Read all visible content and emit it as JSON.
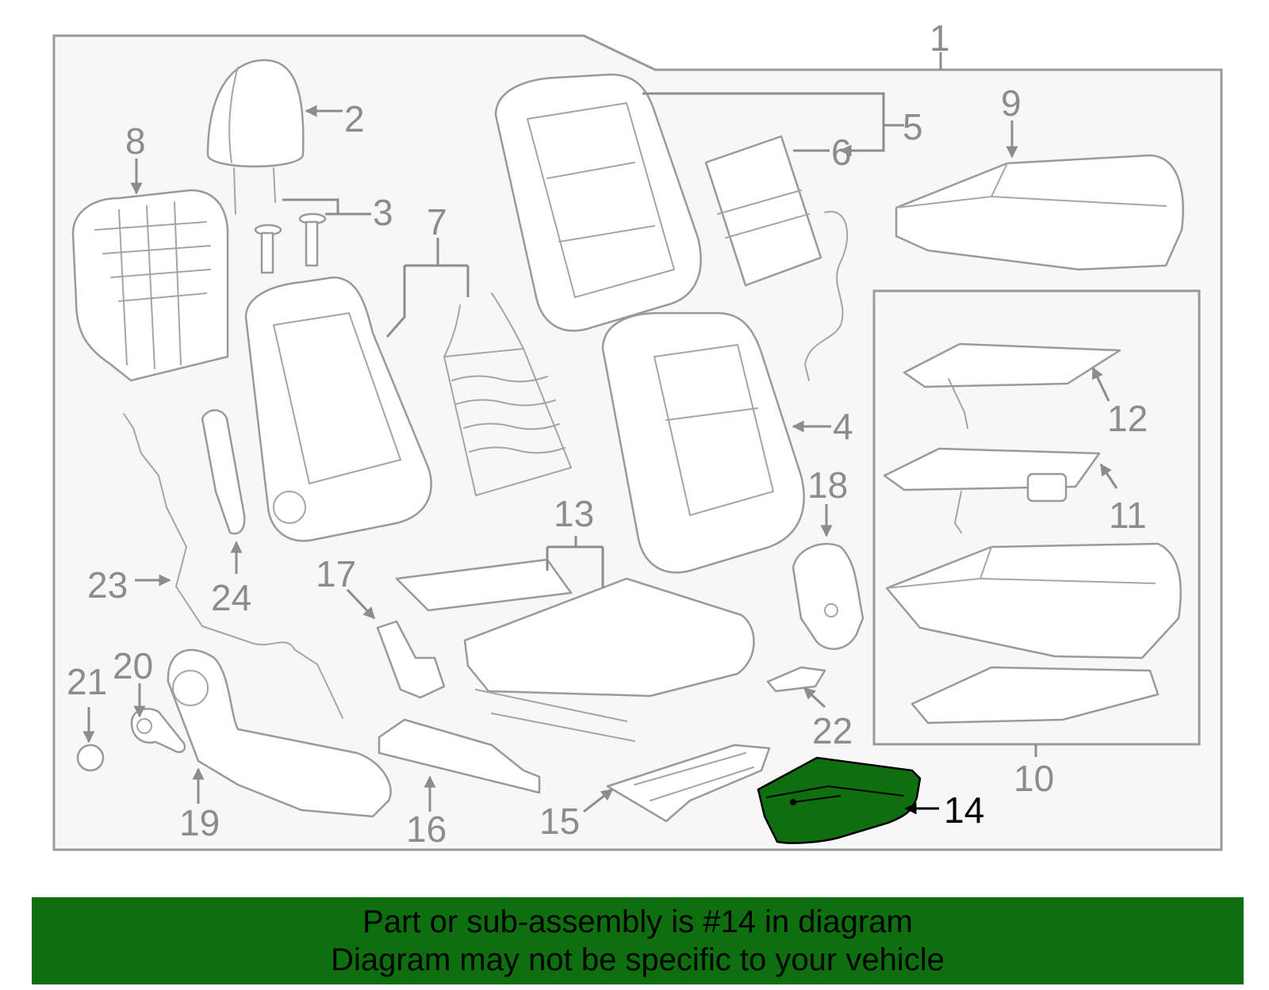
{
  "labels": {
    "l1": "1",
    "l2": "2",
    "l3": "3",
    "l4": "4",
    "l5": "5",
    "l6": "6",
    "l7": "7",
    "l8": "8",
    "l9": "9",
    "l10": "10",
    "l11": "11",
    "l12": "12",
    "l13": "13",
    "l14": "14",
    "l15": "15",
    "l16": "16",
    "l17": "17",
    "l18": "18",
    "l19": "19",
    "l20": "20",
    "l21": "21",
    "l22": "22",
    "l23": "23",
    "l24": "24"
  },
  "highlight": {
    "part": "14",
    "color": "#0e6f0e"
  },
  "footer": {
    "line1": "Part or sub-assembly is #14 in diagram",
    "line2": "Diagram may not be specific to your vehicle"
  }
}
